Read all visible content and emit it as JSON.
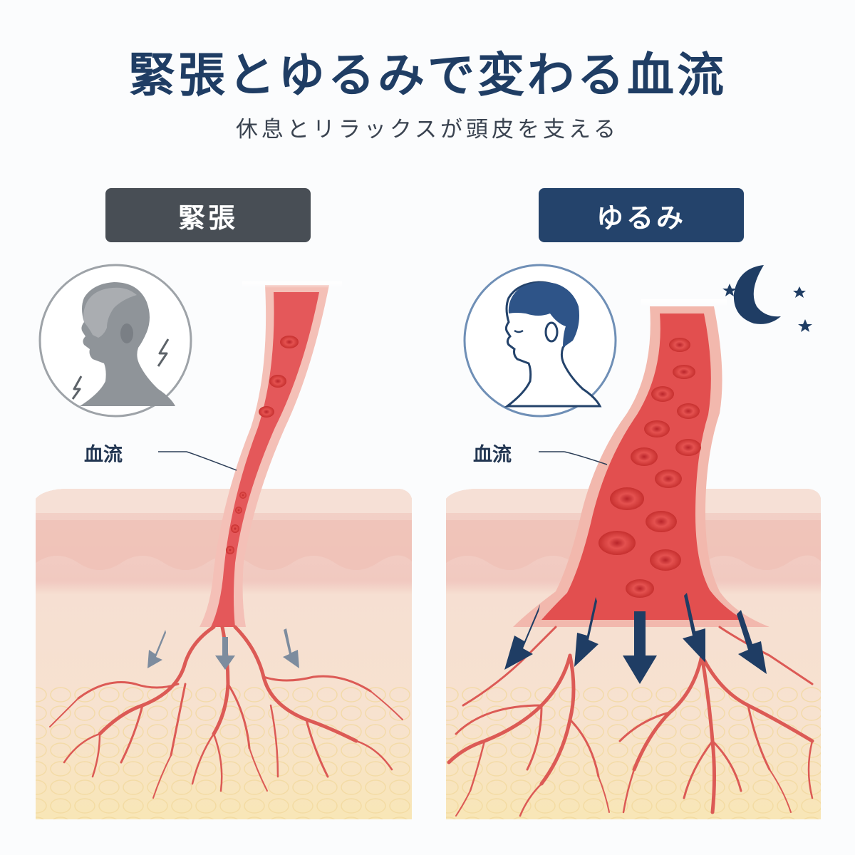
{
  "header": {
    "title": "緊張とゆるみで変わる血流",
    "subtitle": "休息とリラックスが頭皮を支える"
  },
  "panels": {
    "left": {
      "badge": "緊張",
      "blood_label": "血流",
      "accent_color": "#484e55"
    },
    "right": {
      "badge": "ゆるみ",
      "blood_label": "血流",
      "accent_color": "#24436b"
    }
  },
  "colors": {
    "vessel": "#e0484a",
    "capillary": "#d9544f",
    "skin_top": "#f2cfc6",
    "skin_mid": "#f6dccf",
    "fat": "#f8e6b4",
    "arrow_tense": "#7a8a9c",
    "arrow_relaxed": "#1f3d64"
  },
  "icons": {
    "left": [
      "tense-head-icon",
      "lightning-icon"
    ],
    "right": [
      "relaxed-head-icon",
      "moon-icon",
      "star-icon"
    ]
  }
}
